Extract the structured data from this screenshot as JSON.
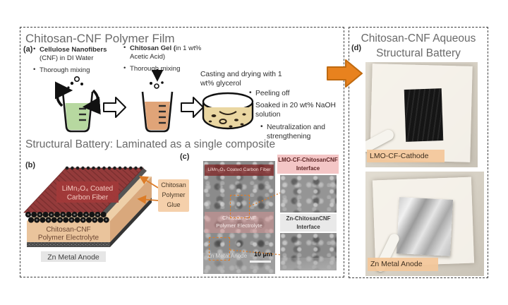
{
  "colors": {
    "accent_orange": "#e8821e",
    "dashed_border": "#3f3f3f",
    "heading_gray": "#6a6a6a",
    "peach_label": "#f3c79a",
    "pink_inset_label": "#f4c6c6",
    "gray_inset_label": "#e9e9e9",
    "red_cathode_layer": "#943b3b",
    "tan_electrolyte_layer": "#eac49c",
    "green_liquid": "#b7d8a0",
    "orange_liquid": "#e0a478",
    "petri_liquid": "#ead7a2"
  },
  "icons": {
    "stirring": "curved-stir-arrows",
    "dropping": "down-arrow-with-droplets",
    "step_arrow": "hollow-right-block-arrow",
    "transfer_arrow": "orange-right-block-arrow",
    "beaker": "lab-beaker",
    "petri_dish": "petri-dish"
  },
  "left": {
    "title": "Chitosan-CNF Polymer Film",
    "a_label": "(a)",
    "s1_b1_bold": "Cellulose Nanofibers",
    "s1_b1_rest": " (CNF) in DI Water",
    "s1_b2": "Thorough mixing",
    "s2_b1_bold": "Chitosan Gel (",
    "s2_b1_rest": "in 1 wt% Acetic Acid)",
    "s2_b2": "Thorough mixing",
    "s3": "Casting and drying with 1 wt% glycerol",
    "s4_b1": "Peeling off",
    "s4_b2": "Soaked in 20 wt% NaOH solution",
    "s4_b3": "Neutralization and strengthening",
    "battery_title": "Structural Battery: Laminated as a single composite",
    "b_label": "(b)",
    "b_cathode_l1": "LiMn₂O₄ Coated",
    "b_cathode_l2": "Carbon Fiber",
    "b_glue_l1": "Chitosan",
    "b_glue_l2": "Polymer",
    "b_glue_l3": "Glue",
    "b_elec_l1": "Chitosan-CNF",
    "b_elec_l2": "Polymer Electrolyte",
    "b_anode": "Zn Metal Anode",
    "c_label": "(c)",
    "c_cathode": "LiMn₂O₄ Coated Carbon Fiber",
    "c_elec_l1": "Chitosan-CNF",
    "c_elec_l2": "Polymer Electrolyte",
    "c_anode": "Zn Metal Anode",
    "c_scale": "10 μm",
    "c_inset1_l1": "LMO-CF-ChitosanCNF",
    "c_inset1_l2": "Interface",
    "c_inset2_l1": "Zn-ChitosanCNF",
    "c_inset2_l2": "Interface"
  },
  "right": {
    "title_l1": "Chitosan-CNF Aqueous",
    "title_l2": "Structural Battery",
    "d_label": "(d)",
    "photo1_label": "LMO-CF-Cathode",
    "photo2_label": "Zn Metal Anode"
  }
}
